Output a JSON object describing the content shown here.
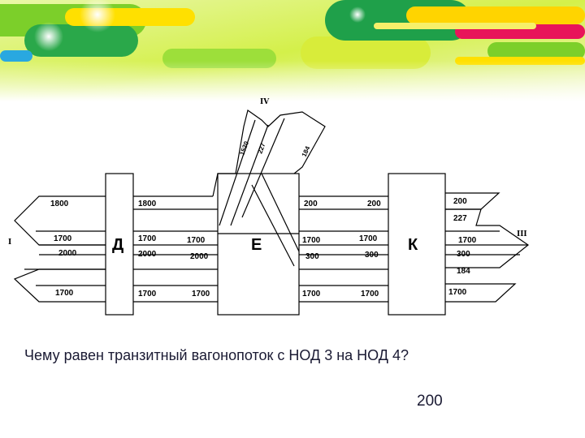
{
  "question": "Чему равен транзитный вагонопоток с НОД 3 на НОД 4?",
  "answer": "200",
  "nodes": {
    "d": "Д",
    "e": "Е",
    "k": "К"
  },
  "directions": {
    "i": "I",
    "iii": "III",
    "iv": "IV"
  },
  "flows": {
    "left_top": "1800",
    "left_mid1": "1700",
    "left_mid2": "2000",
    "left_bot": "1700",
    "de_top": "1800",
    "de_mid1_a": "1700",
    "de_mid1_b": "1700",
    "de_mid2_a": "2000",
    "de_mid2_b": "2000",
    "de_bot_a": "1700",
    "de_bot_b": "1700",
    "ek_top_a": "200",
    "ek_top_b": "200",
    "ek_mid1_a": "1700",
    "ek_mid1_b": "1700",
    "ek_mid2_a": "300",
    "ek_mid2_b": "300",
    "ek_bot_a": "1700",
    "ek_bot_b": "1700",
    "right_top": "200",
    "right_227": "227",
    "right_1700": "1700",
    "right_300": "300",
    "right_184": "184",
    "right_bot": "1700",
    "iv_1": "1520",
    "iv_2": "227",
    "iv_3": "184"
  }
}
